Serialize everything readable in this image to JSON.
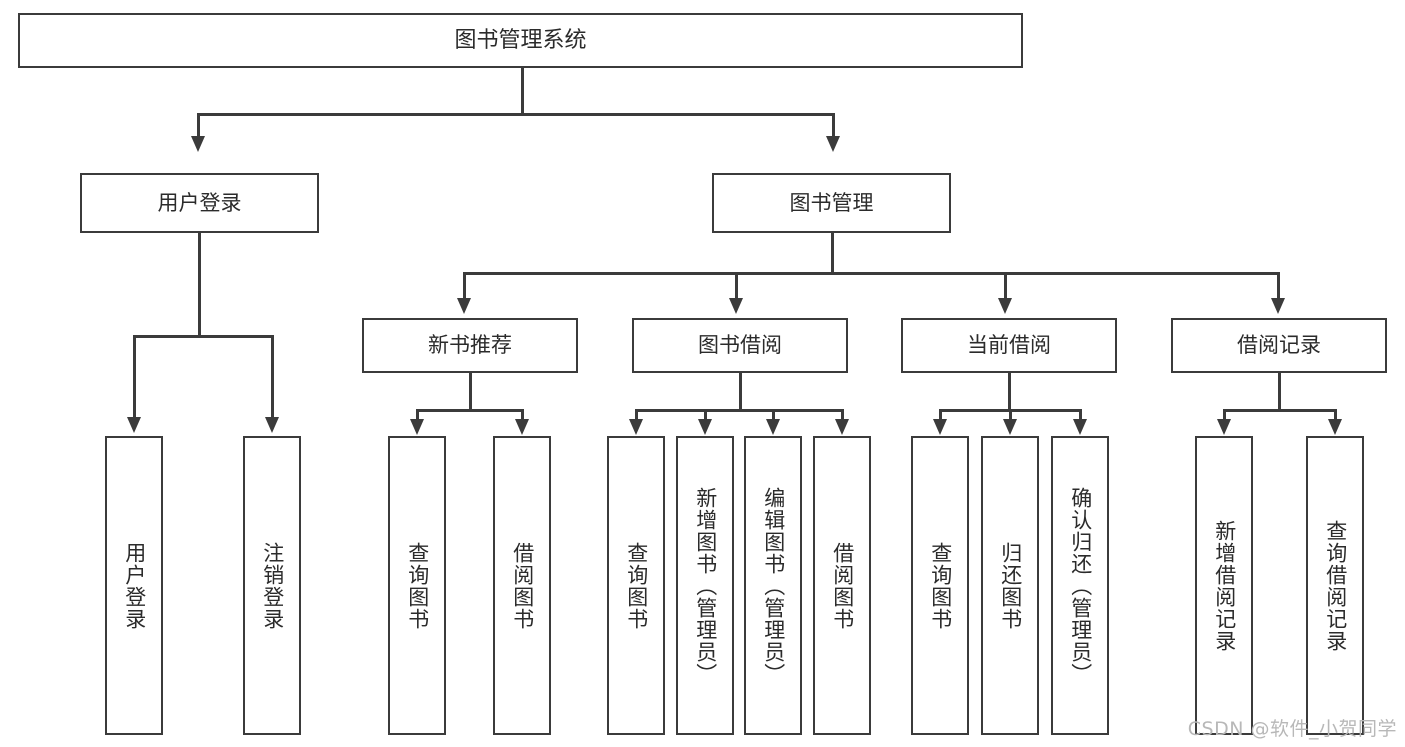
{
  "diagram": {
    "title": "图书管理系统",
    "type": "tree-hierarchy-chart",
    "level2": [
      {
        "label": "用户登录"
      },
      {
        "label": "图书管理"
      }
    ],
    "level3": [
      {
        "label": "新书推荐"
      },
      {
        "label": "图书借阅"
      },
      {
        "label": "当前借阅"
      },
      {
        "label": "借阅记录"
      }
    ],
    "leaves": {
      "user_login": [
        {
          "label": "用户登录"
        },
        {
          "label": "注销登录"
        }
      ],
      "new_book_recommend": [
        {
          "label": "查询图书"
        },
        {
          "label": "借阅图书"
        }
      ],
      "book_borrow": [
        {
          "label": "查询图书"
        },
        {
          "label": "新增图书（管理员）"
        },
        {
          "label": "编辑图书（管理员）"
        },
        {
          "label": "借阅图书"
        }
      ],
      "current_borrow": [
        {
          "label": "查询图书"
        },
        {
          "label": "归还图书"
        },
        {
          "label": "确认归还（管理员）"
        }
      ],
      "borrow_record": [
        {
          "label": "新增借阅记录"
        },
        {
          "label": "查询借阅记录"
        }
      ]
    }
  },
  "watermark": {
    "text": "CSDN @软件_小贺同学"
  },
  "colors": {
    "stroke": "#3b3b3b",
    "text": "#2b2b2b",
    "background": "#ffffff",
    "watermark": "#b8b8b8"
  }
}
